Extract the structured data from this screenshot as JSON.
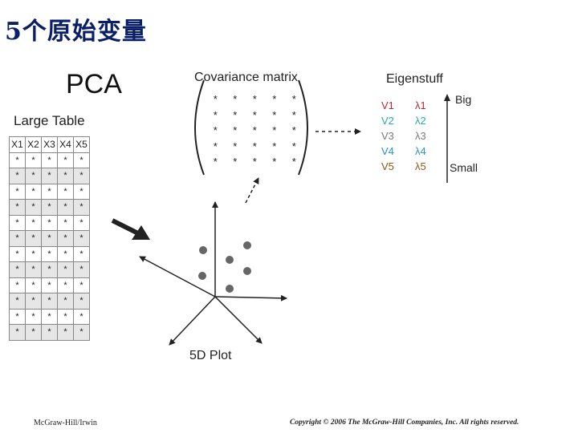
{
  "slide": {
    "title": "5个原始变量",
    "footer_left": "McGraw-Hill/Irwin",
    "footer_right": "Copyright © 2006  The McGraw-Hill Companies, Inc. All rights reserved."
  },
  "figure": {
    "title": "PCA",
    "table": {
      "label": "Large Table",
      "headers": [
        "X1",
        "X2",
        "X3",
        "X4",
        "X5"
      ],
      "row_count": 12,
      "cell": "*"
    },
    "covariance": {
      "label": "Covariance matrix",
      "rows": 5,
      "cols": 5,
      "cell": "*"
    },
    "eigen": {
      "label": "Eigenstuff",
      "axis_top": "Big",
      "axis_bottom": "Small",
      "items": [
        {
          "v": "V1",
          "l": "λ1",
          "v_color": "#b52a3a",
          "l_color": "#b52a3a"
        },
        {
          "v": "V2",
          "l": "λ2",
          "v_color": "#2aa7a7",
          "l_color": "#2aa7a7"
        },
        {
          "v": "V3",
          "l": "λ3",
          "v_color": "#7a7a7a",
          "l_color": "#7a7a7a"
        },
        {
          "v": "V4",
          "l": "λ4",
          "v_color": "#2a8fd0",
          "l_color": "#2a8fd0"
        },
        {
          "v": "V5",
          "l": "λ5",
          "v_color": "#8a5a1a",
          "l_color": "#8a5a1a"
        }
      ]
    },
    "plot": {
      "label": "5D Plot"
    }
  }
}
